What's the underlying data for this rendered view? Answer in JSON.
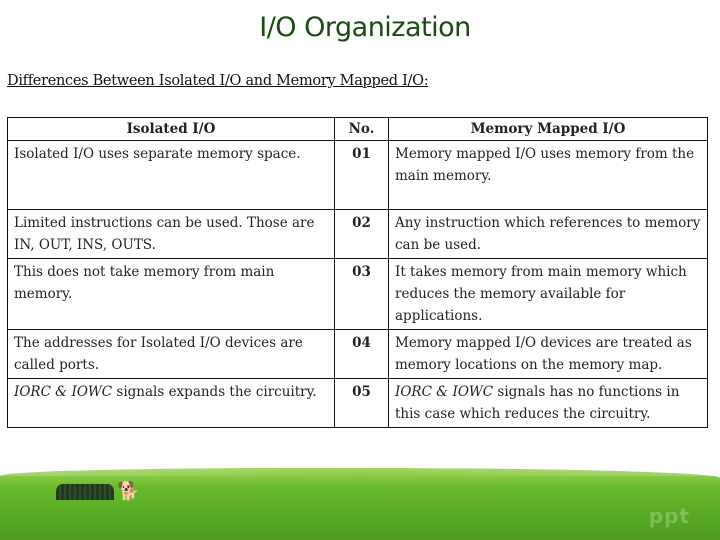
{
  "slide": {
    "title": "I/O Organization",
    "subtitle": "Differences Between Isolated I/O and Memory Mapped I/O:"
  },
  "table": {
    "headers": [
      "Isolated I/O",
      "No.",
      "Memory Mapped I/O"
    ],
    "rows": [
      {
        "isolated": "Isolated I/O uses separate memory space.",
        "no": "01",
        "mapped": "Memory mapped I/O uses memory from the main memory."
      },
      {
        "isolated": "Limited instructions can be used. Those are IN, OUT, INS, OUTS.",
        "no": "02",
        "mapped": "Any instruction which references to memory can be used."
      },
      {
        "isolated": "This does not take memory from main memory.",
        "no": "03",
        "mapped": "It takes memory from main memory which reduces the memory available for applications."
      },
      {
        "isolated": "The addresses for Isolated I/O devices are called ports.",
        "no": "04",
        "mapped": "Memory mapped I/O devices are treated as memory locations on the memory map."
      },
      {
        "isolated_italic": "IORC & IOWC",
        "isolated_rest": " signals expands the circuitry.",
        "no": "05",
        "mapped_italic": "IORC & IOWC",
        "mapped_rest": " signals has no functions in this case which reduces the circuitry."
      }
    ]
  },
  "footer": {
    "watermark": "ppt",
    "dog_icon": "🐕"
  }
}
